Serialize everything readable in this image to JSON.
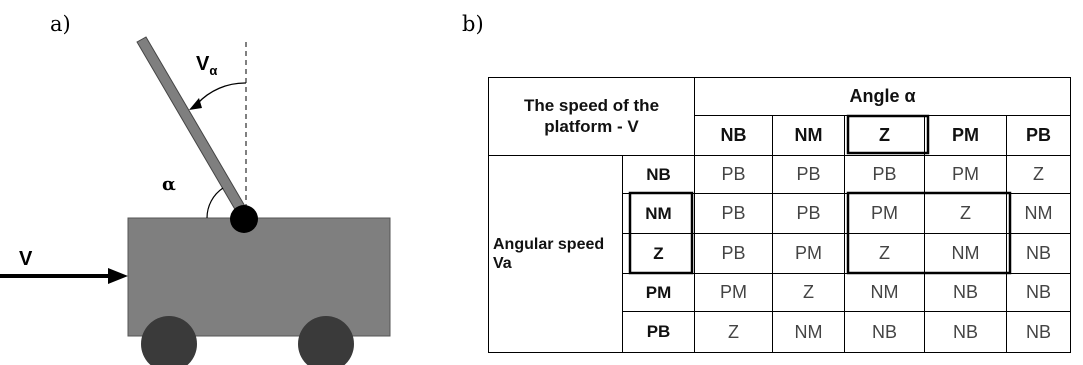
{
  "labels": {
    "panel_a": "a)",
    "panel_b": "b)"
  },
  "cart": {
    "v_label": "V",
    "v_alpha_main": "V",
    "v_alpha_sub": "α",
    "alpha_label": "α"
  },
  "table": {
    "title": "The speed of the platform - V",
    "angle_header": "Angle  α",
    "columns": [
      "NB",
      "NM",
      "Z",
      "PM",
      "PB"
    ],
    "side_label": "Angular speed Va",
    "rows": [
      {
        "label": "NB",
        "cells": [
          "PB",
          "PB",
          "PB",
          "PM",
          "Z"
        ]
      },
      {
        "label": "NM",
        "cells": [
          "PB",
          "PB",
          "PM",
          "Z",
          "NM"
        ]
      },
      {
        "label": "Z",
        "cells": [
          "PB",
          "PM",
          "Z",
          "NM",
          "NB"
        ]
      },
      {
        "label": "PM",
        "cells": [
          "PM",
          "Z",
          "NM",
          "NB",
          "NB"
        ]
      },
      {
        "label": "PB",
        "cells": [
          "Z",
          "NM",
          "NB",
          "NB",
          "NB"
        ]
      }
    ]
  },
  "colors": {
    "cart_body": "#7f7f7f",
    "wheel": "#3a3a3a",
    "pendulum": "#7f7f7f",
    "pivot": "#000000"
  }
}
